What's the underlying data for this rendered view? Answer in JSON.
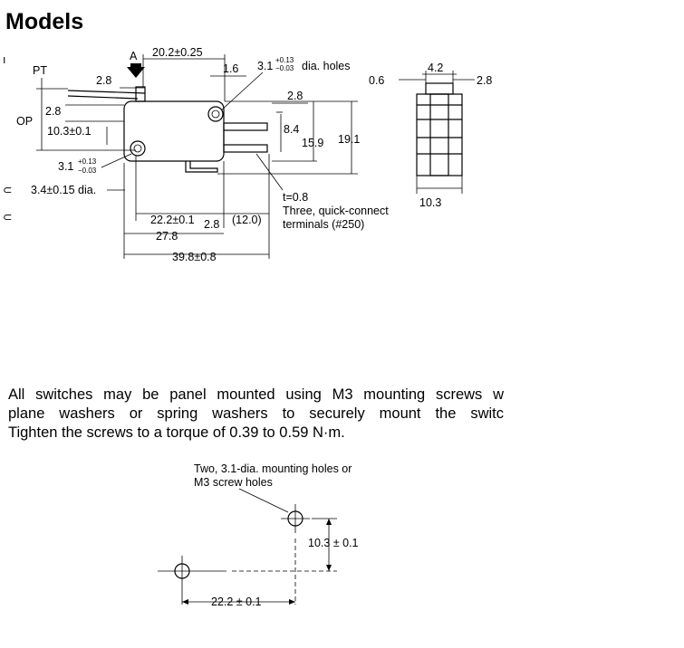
{
  "title": "Models",
  "diagram": {
    "labels": {
      "a": "A",
      "pt": "PT",
      "op": "OP",
      "d_20_2": "20.2±0.25",
      "d_1_6": "1.6",
      "d_2_8_top": "2.8",
      "d_2_8_left": "2.8",
      "d_10_3": "10.3±0.1",
      "hole_main": "3.1",
      "hole_tol_plus": "+0.13",
      "hole_tol_minus": "−0.03",
      "dia_holes": "dia. holes",
      "d_2_8_right": "2.8",
      "d_8_4": "8.4",
      "d_15_9": "15.9",
      "d_19_1": "19.1",
      "hole2_main": "3.1",
      "hole2_tol_plus": "+0.13",
      "hole2_tol_minus": "−0.03",
      "d_3_4": "3.4±0.15 dia.",
      "d_22_2": "22.2±0.1",
      "d_2_8_bottom": "2.8",
      "d_12_0": "(12.0)",
      "d_27_8": "27.8",
      "d_39_8": "39.8±0.8",
      "t": "t=0.8",
      "terminals_1": "Three, quick-connect",
      "terminals_2": "terminals (#250)",
      "side_0_6": "0.6",
      "side_4_2": "4.2",
      "side_2_8": "2.8",
      "side_10_3": "10.3"
    }
  },
  "note": {
    "line1": "All switches may be panel mounted using M3 mounting screws w",
    "line2": "plane washers or spring washers to securely mount the switc",
    "line3": "Tighten the screws to a torque of 0.39 to 0.59 N·m."
  },
  "mounting": {
    "label1": "Two, 3.1-dia. mounting holes or",
    "label2": "M3 screw holes",
    "dim_vertical": "10.3 ± 0.1",
    "dim_horizontal": "22.2 ± 0.1"
  }
}
